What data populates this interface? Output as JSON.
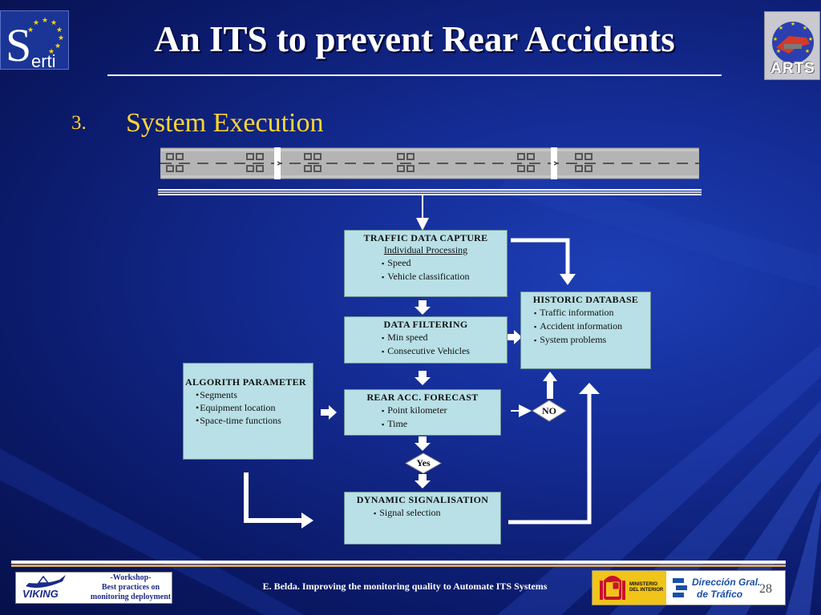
{
  "header": {
    "title": "An ITS to prevent Rear Accidents",
    "logo_left": {
      "big_letter": "S",
      "rest": "erti"
    },
    "logo_right": {
      "text": "ARTS"
    }
  },
  "section": {
    "number": "3.",
    "title": "System Execution"
  },
  "flow": {
    "traffic": {
      "title": "TRAFFIC DATA CAPTURE",
      "subtitle": "Individual Processing",
      "items": [
        "Speed",
        "Vehicle classification"
      ]
    },
    "filtering": {
      "title": "DATA FILTERING",
      "items": [
        "Min speed",
        "Consecutive Vehicles"
      ]
    },
    "forecast": {
      "title": "REAR ACC. FORECAST",
      "items": [
        "Point kilometer",
        "Time"
      ]
    },
    "signal": {
      "title": "DYNAMIC SIGNALISATION",
      "items": [
        "Signal selection"
      ]
    },
    "historic": {
      "title": "HISTORIC DATABASE",
      "items": [
        "Traffic information",
        "Accident information",
        "System problems"
      ]
    },
    "algorithm": {
      "title": "ALGORITH PARAMETER",
      "items": [
        "Segments",
        "Equipment location",
        "Space-time functions"
      ]
    },
    "decision_no": "NO",
    "decision_yes": "Yes"
  },
  "footer": {
    "viking_brand": "VIKING",
    "viking_note": [
      "-Workshop-",
      "Best practices on",
      "monitoring deployment"
    ],
    "text": "E. Belda. Improving the monitoring quality to Automate ITS Systems",
    "ministry_text": "MINISTERIO DEL INTERIOR",
    "dgt_text": [
      "Dirección Gral.",
      "de Tráfico"
    ],
    "page_number": "28"
  }
}
